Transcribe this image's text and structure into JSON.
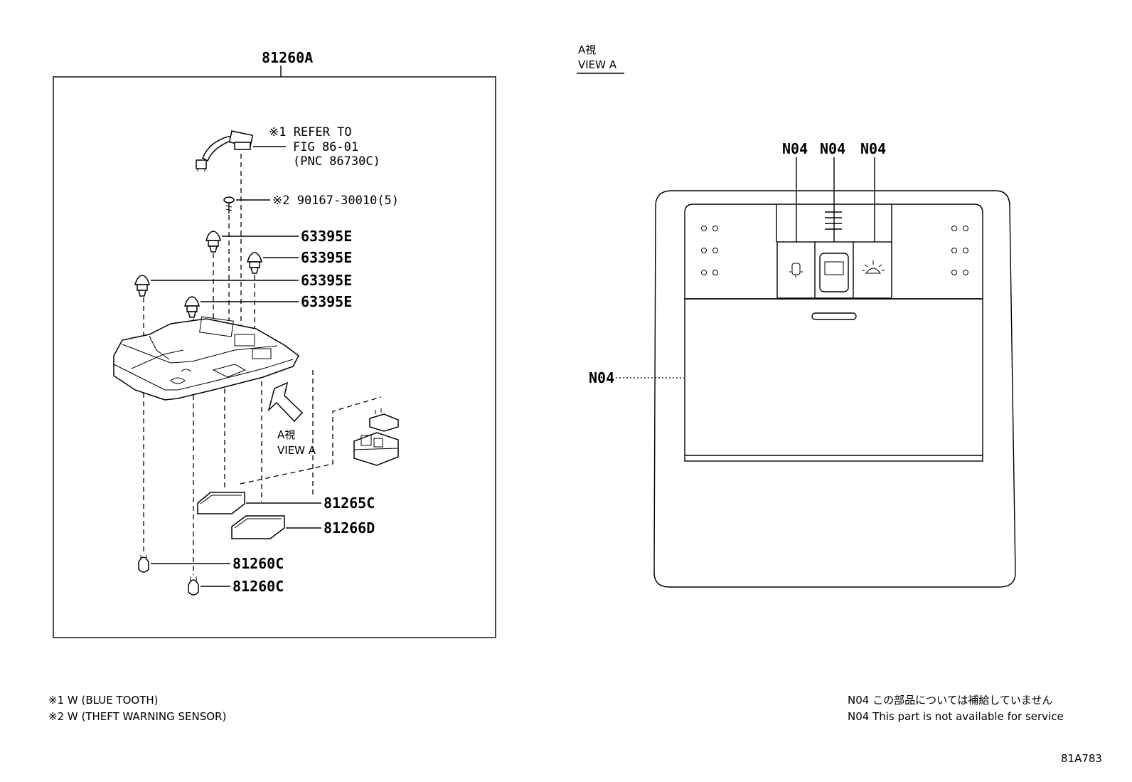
{
  "diagram": {
    "assembly_label": "81260A",
    "view_label_jp": "A視",
    "view_label_en": "VIEW A",
    "callouts": {
      "note1_line1": "※1 REFER TO",
      "note1_line2": "FIG 86-01",
      "note1_line3": "(PNC 86730C)",
      "screw": "※2 90167-30010(5)",
      "clip1": "63395E",
      "clip2": "63395E",
      "clip3": "63395E",
      "clip4": "63395E",
      "lens1": "81265C",
      "lens2": "81266D",
      "bulb1": "81260C",
      "bulb2": "81260C"
    },
    "arrow_view_jp": "A視",
    "arrow_view_en": "VIEW A",
    "view_a_labels": {
      "top1": "N04",
      "top2": "N04",
      "top3": "N04",
      "side": "N04"
    },
    "footnotes": [
      "※1 W (BLUE TOOTH)",
      "※2 W (THEFT WARNING SENSOR)"
    ],
    "legend": [
      "N04 この部品については補給していません",
      "N04 This part is not available for service"
    ],
    "figure_code": "81A783"
  }
}
